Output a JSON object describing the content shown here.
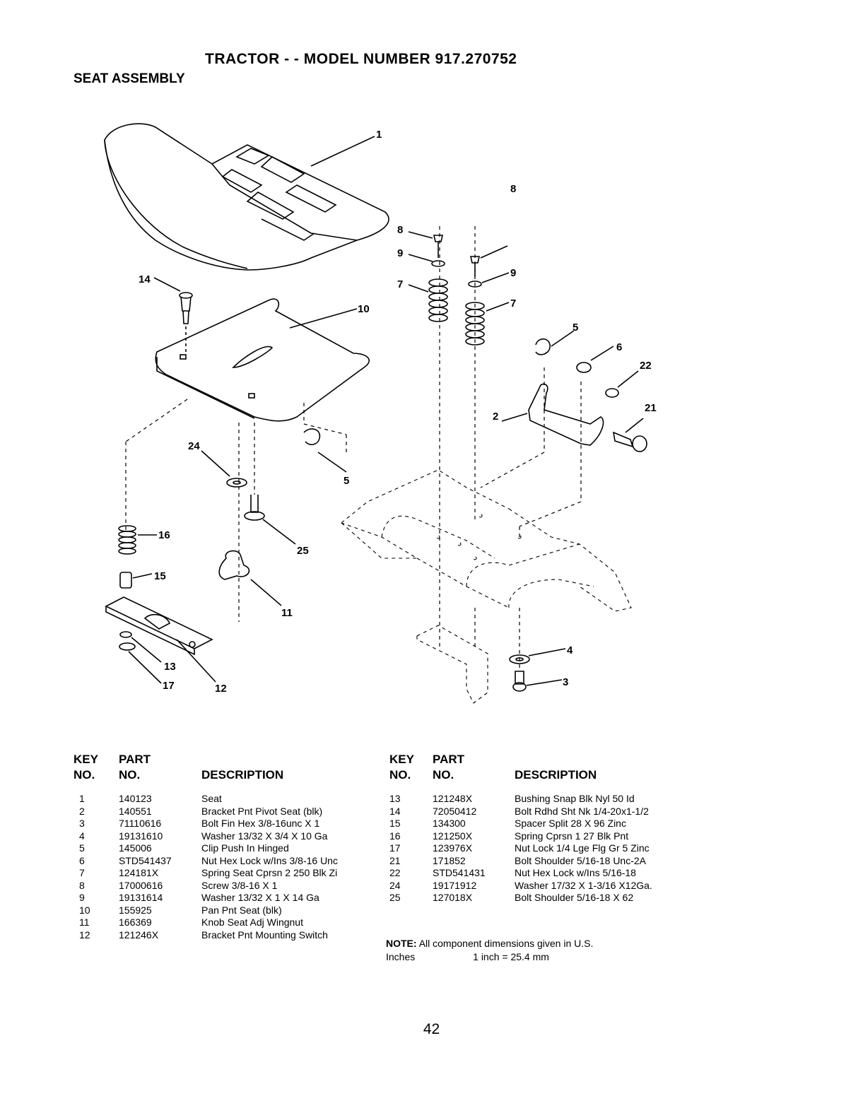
{
  "header": {
    "title": "TRACTOR - - MODEL NUMBER 917.270752",
    "subtitle": "SEAT ASSEMBLY"
  },
  "callouts": [
    "1",
    "14",
    "10",
    "8",
    "9",
    "7",
    "8",
    "9",
    "7",
    "5",
    "6",
    "22",
    "21",
    "2",
    "24",
    "5",
    "16",
    "25",
    "15",
    "11",
    "13",
    "17",
    "12",
    "4",
    "3"
  ],
  "table_headers": {
    "key1": "KEY",
    "key2": "NO.",
    "part1": "PART",
    "part2": "NO.",
    "desc": "DESCRIPTION"
  },
  "parts_left": [
    {
      "key": "1",
      "part": "140123",
      "desc": "Seat"
    },
    {
      "key": "2",
      "part": "140551",
      "desc": "Bracket Pnt Pivot Seat (blk)"
    },
    {
      "key": "3",
      "part": "71110616",
      "desc": "Bolt Fin Hex 3/8-16unc X 1"
    },
    {
      "key": "4",
      "part": "19131610",
      "desc": "Washer 13/32 X 3/4 X 10 Ga"
    },
    {
      "key": "5",
      "part": "145006",
      "desc": "Clip Push In Hinged"
    },
    {
      "key": "6",
      "part": "STD541437",
      "desc": "Nut Hex Lock w/Ins 3/8-16 Unc"
    },
    {
      "key": "7",
      "part": "124181X",
      "desc": "Spring Seat Cprsn 2 250 Blk Zi"
    },
    {
      "key": "8",
      "part": "17000616",
      "desc": "Screw 3/8-16 X 1"
    },
    {
      "key": "9",
      "part": "19131614",
      "desc": "Washer 13/32 X 1 X 14 Ga"
    },
    {
      "key": "10",
      "part": "155925",
      "desc": "Pan Pnt Seat (blk)"
    },
    {
      "key": "11",
      "part": "166369",
      "desc": "Knob Seat Adj Wingnut"
    },
    {
      "key": "12",
      "part": "121246X",
      "desc": "Bracket Pnt Mounting Switch"
    }
  ],
  "parts_right": [
    {
      "key": "13",
      "part": "121248X",
      "desc": "Bushing Snap Blk Nyl 50 Id"
    },
    {
      "key": "14",
      "part": "72050412",
      "desc": "Bolt Rdhd Sht Nk 1/4-20x1-1/2"
    },
    {
      "key": "15",
      "part": "134300",
      "desc": "Spacer Split 28 X 96 Zinc"
    },
    {
      "key": "16",
      "part": "121250X",
      "desc": "Spring Cprsn 1 27 Blk Pnt"
    },
    {
      "key": "17",
      "part": "123976X",
      "desc": "Nut Lock 1/4 Lge Flg Gr 5 Zinc"
    },
    {
      "key": "21",
      "part": "171852",
      "desc": "Bolt Shoulder 5/16-18 Unc-2A"
    },
    {
      "key": "22",
      "part": "STD541431",
      "desc": "Nut Hex Lock w/Ins 5/16-18"
    },
    {
      "key": "24",
      "part": "19171912",
      "desc": "Washer 17/32 X 1-3/16 X12Ga."
    },
    {
      "key": "25",
      "part": "127018X",
      "desc": "Bolt Shoulder 5/16-18 X 62"
    }
  ],
  "note": {
    "label": "NOTE:",
    "text": "All component dimensions given in U.S.",
    "line2a": "Inches",
    "line2b": "1 inch = 25.4 mm"
  },
  "page_number": "42"
}
